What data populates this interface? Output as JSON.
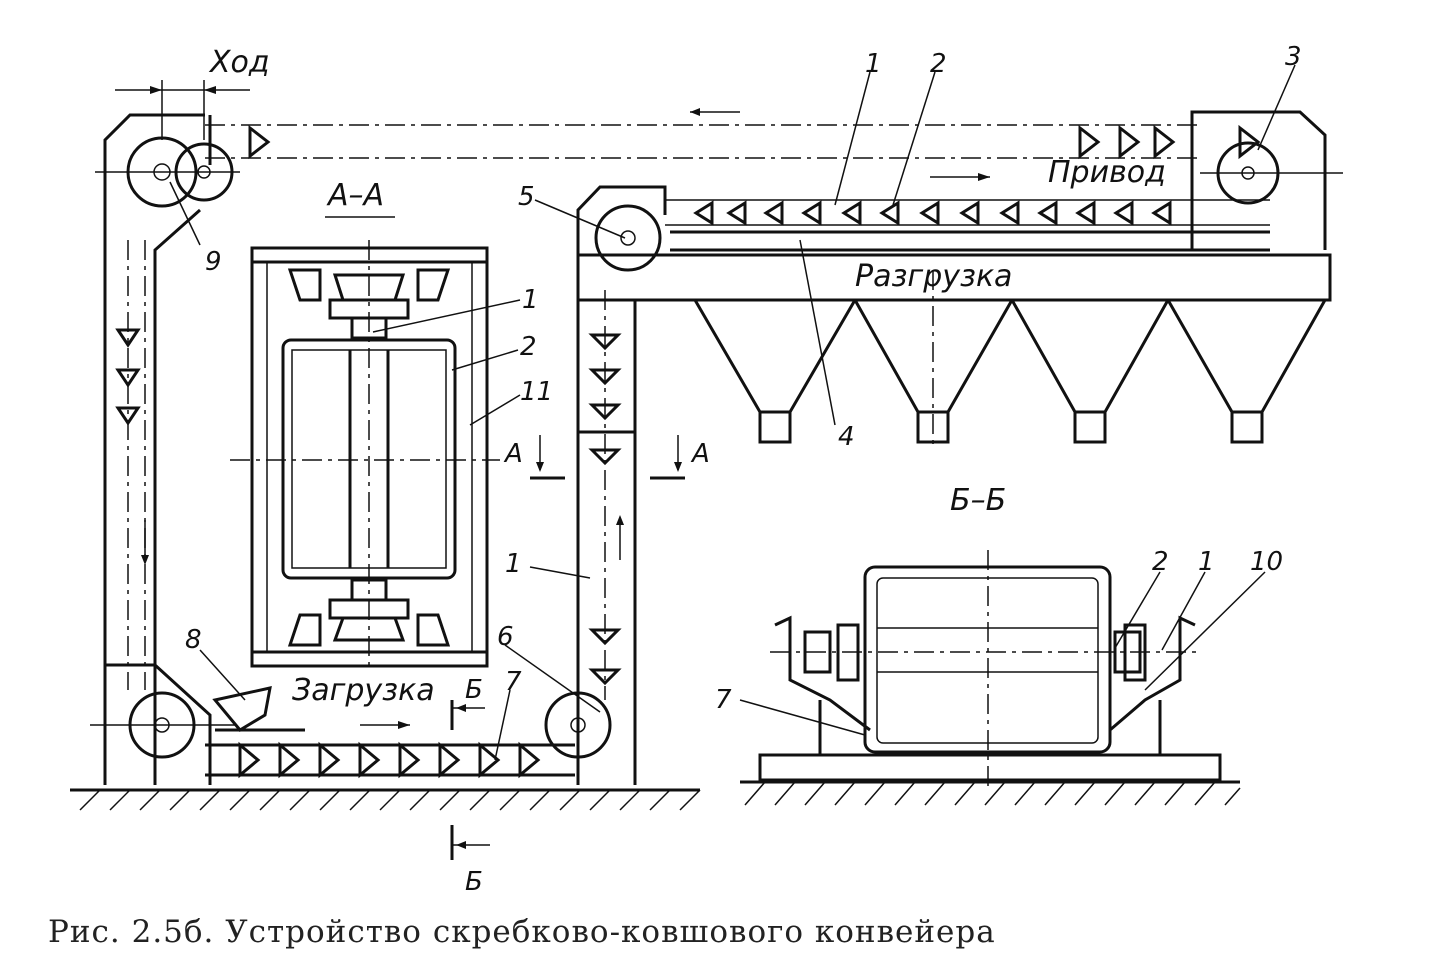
{
  "labels": {
    "stroke": "Ход",
    "section_aa": "А–А",
    "section_bb": "Б–Б",
    "drive": "Привод",
    "unloading": "Разгрузка",
    "loading": "Загрузка",
    "cut_a_left": "А",
    "cut_a_right": "А",
    "cut_b_top": "Б",
    "cut_b_bottom": "Б"
  },
  "callouts": {
    "n1_top": "1",
    "n2_top": "2",
    "n3": "3",
    "n4": "4",
    "n5": "5",
    "n6": "6",
    "n7_main": "7",
    "n8": "8",
    "n9": "9",
    "n1_aa": "1",
    "n2_aa": "2",
    "n11_aa": "11",
    "n1_vert": "1",
    "n2_bb": "2",
    "n1_bb": "1",
    "n10_bb": "10",
    "n7_bb": "7"
  },
  "caption": "Рис. 2.5б. Устройство скребково-ковшового конвейера"
}
